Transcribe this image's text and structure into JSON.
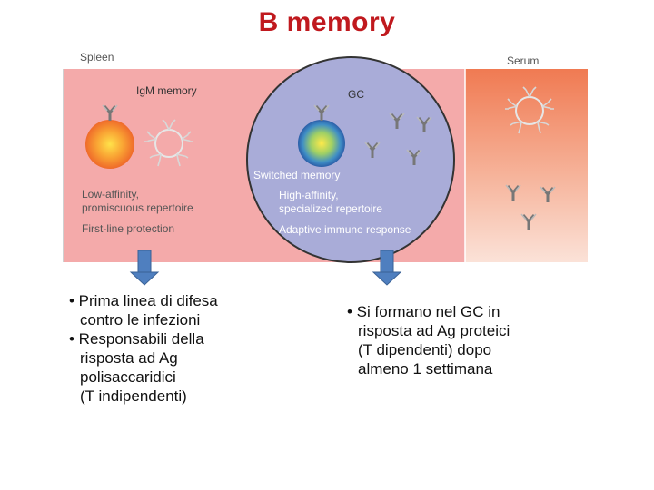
{
  "title": "B memory",
  "figure": {
    "spleen_label": "Spleen",
    "serum_label": "Serum",
    "igm_label": "IgM memory",
    "gc_label": "GC",
    "switched_label": "Switched memory",
    "low_affinity_line1": "Low-affinity,",
    "low_affinity_line2": "promiscuous repertoire",
    "first_line_label": "First-line protection",
    "high_affinity_line1": "High-affinity,",
    "high_affinity_line2": "specialized repertoire",
    "adaptive_label": "Adaptive immune response",
    "colors": {
      "spleen_bg": "#f4aaaa",
      "gc_circle": "#a9acd8",
      "serum_gradient_top": "#f07a52",
      "serum_gradient_bottom": "#fbe2d8",
      "arrow": "#4f7fbf",
      "title": "#c0191e"
    }
  },
  "left_bullets": [
    {
      "text": "• Prima linea di difesa",
      "indent": false
    },
    {
      "text": "contro le infezioni",
      "indent": true
    },
    {
      "text": "• Responsabili della",
      "indent": false
    },
    {
      "text": "risposta ad Ag",
      "indent": true
    },
    {
      "text": "polisaccaridici",
      "indent": true
    },
    {
      "text": "(T indipendenti)",
      "indent": true
    }
  ],
  "right_bullets": [
    {
      "text": "• Si formano nel GC in",
      "indent": false
    },
    {
      "text": "risposta ad Ag proteici",
      "indent": true
    },
    {
      "text": "(T dipendenti) dopo",
      "indent": true
    },
    {
      "text": "almeno 1 settimana",
      "indent": true
    }
  ]
}
